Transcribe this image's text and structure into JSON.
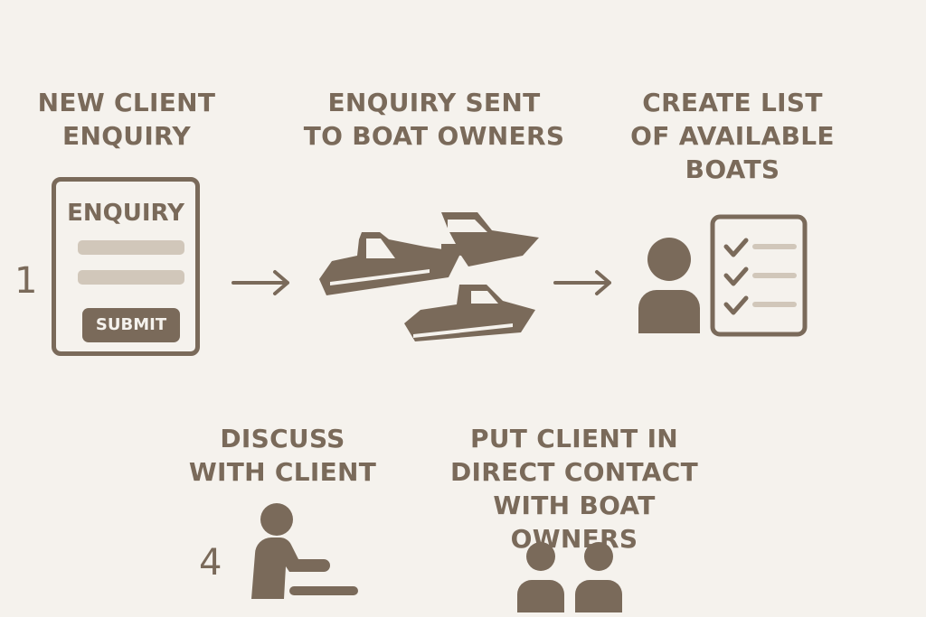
{
  "colors": {
    "primary": "#7a6a5a",
    "light": "#d1c7ba",
    "background": "#f5f2ed"
  },
  "steps": [
    {
      "number": "1",
      "title_lines": [
        "NEW CLIENT",
        "ENQUIRY"
      ],
      "icon": "enquiry-form-icon",
      "form": {
        "title": "ENQUIRY",
        "submit_label": "SUBMIT"
      }
    },
    {
      "title_lines": [
        "ENQUIRY SENT",
        "TO BOAT OWNERS"
      ],
      "icon": "boats-icon"
    },
    {
      "title_lines": [
        "CREATE LIST",
        "OF AVAILABLE",
        "BOATS"
      ],
      "icon": "person-checklist-icon"
    },
    {
      "number": "4",
      "title_lines": [
        "DISCUSS",
        "WITH CLIENT"
      ],
      "icon": "person-at-desk-icon"
    },
    {
      "title_lines": [
        "PUT CLIENT IN",
        "DIRECT CONTACT",
        "WITH BOAT OWNERS"
      ],
      "icon": "two-people-icon"
    }
  ],
  "arrows": [
    "arrow-right-icon",
    "arrow-right-icon"
  ]
}
